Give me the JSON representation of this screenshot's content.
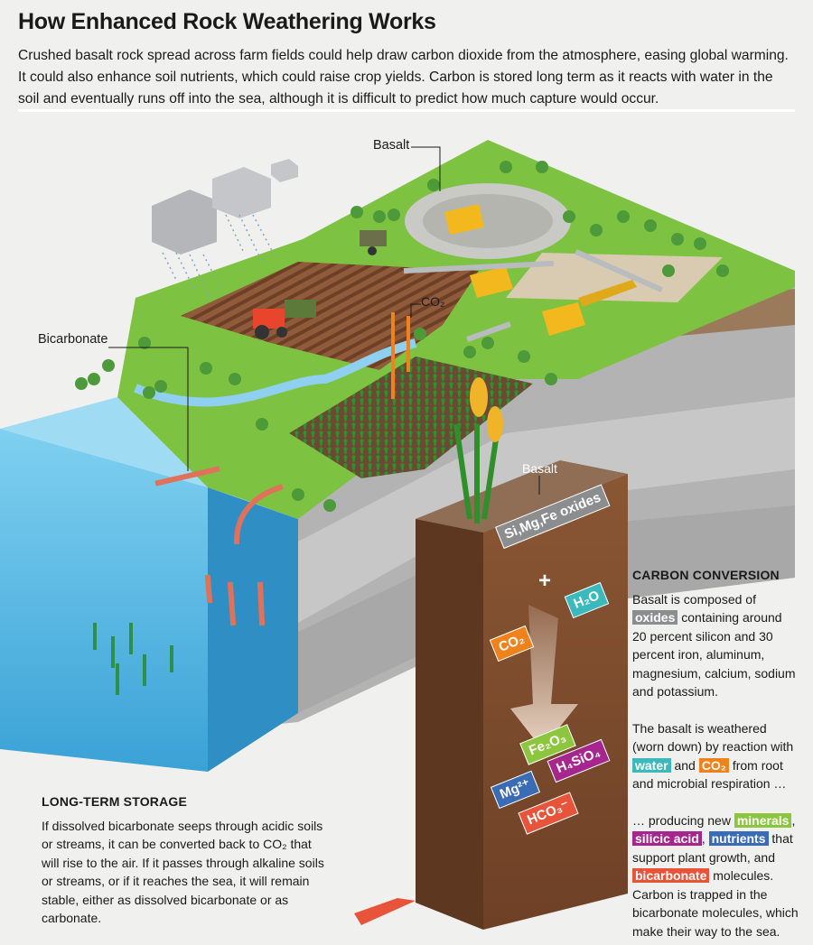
{
  "title": "How Enhanced Rock Weathering Works",
  "intro": "Crushed basalt rock spread across farm fields could help draw carbon dioxide from the atmosphere, easing global warming. It could also enhance soil nutrients, which could raise crop yields. Carbon is stored long term as it reacts with water in the soil and eventually runs off into the sea, although it is difficult to predict how much capture would occur.",
  "labels": {
    "basalt_top": "Basalt",
    "basalt_column": "Basalt",
    "bicarbonate": "Bicarbonate",
    "co2": "CO₂"
  },
  "chips": {
    "oxides": "Si,Mg,Fe oxides",
    "plus": "+",
    "h2o": "H₂O",
    "co2": "CO₂",
    "fe2o3": "Fe₂O₃",
    "h4sio4": "H₄SiO₄",
    "mg": "Mg²⁺",
    "hco3": "HCO₃⁻"
  },
  "carbon_conversion": {
    "heading": "CARBON CONVERSION",
    "p1_pre": "Basalt is composed of",
    "p1_oxides": "oxides",
    "p1_post": "containing around 20 percent silicon and 30 percent iron, aluminum, magnesium, calcium, sodium and potassium.",
    "p2_pre": "The basalt is weathered (worn down) by reaction with",
    "p2_water": "water",
    "p2_and": "and",
    "p2_co2": "CO₂",
    "p2_post": "from root and microbial respiration …",
    "p3_pre": "… producing new",
    "p3_minerals": "minerals",
    "p3_silicic": "silicic acid",
    "p3_nutrients": "nutrients",
    "p3_mid": "that support plant growth, and",
    "p3_bicarbonate": "bicarbonate",
    "p3_post": "molecules. Carbon is trapped in the bicarbonate molecules, which make their way to the sea."
  },
  "long_term_storage": {
    "heading": "LONG-TERM STORAGE",
    "body": "If dissolved bicarbonate seeps through acidic soils or streams, it can be converted back to CO₂ that will rise to the air. If it passes through alkaline soils or streams, or if it reaches the sea, it will remain stable, either as dissolved bicarbonate or as carbonate."
  },
  "colors": {
    "oxides": "#8b8d8f",
    "water": "#3bb9bd",
    "co2": "#f0821e",
    "minerals": "#8cc63f",
    "silicic": "#a6268d",
    "nutrients": "#3a6bb5",
    "bicarbonate": "#e8543a",
    "soil": "#7a4a2c",
    "grass": "#7ec242",
    "sea": "#49b3e0"
  }
}
